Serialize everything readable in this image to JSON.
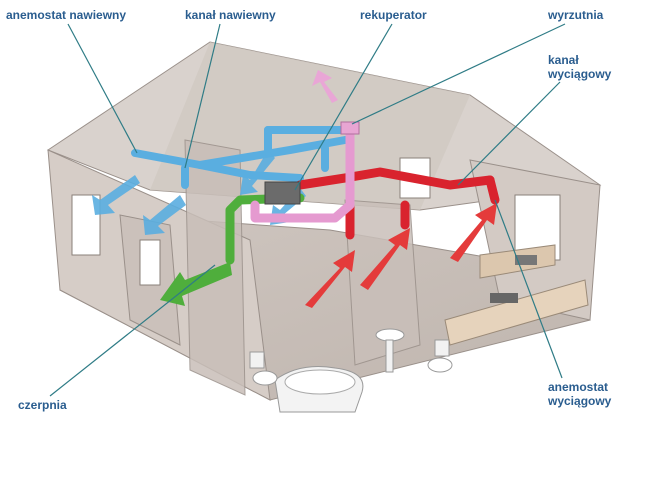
{
  "labels": {
    "anemostat_nawiewny": "anemostat nawiewny",
    "kanal_nawiewny": "kanał nawiewny",
    "rekuperator": "rekuperator",
    "wyrzutnia": "wyrzutnia",
    "kanal_wyciagowy": "kanał\nwyciągowy",
    "czerpnia": "czerpnia",
    "anemostat_wyciagowy": "anemostat\nwyciągowy"
  },
  "colors": {
    "supply_duct": "#5aaee0",
    "exhaust_duct": "#d9232e",
    "intake_duct": "#4fae3c",
    "outlet_duct": "#e59ad0",
    "label_text": "#2a5d8f",
    "leader_line": "#2f7c86"
  }
}
